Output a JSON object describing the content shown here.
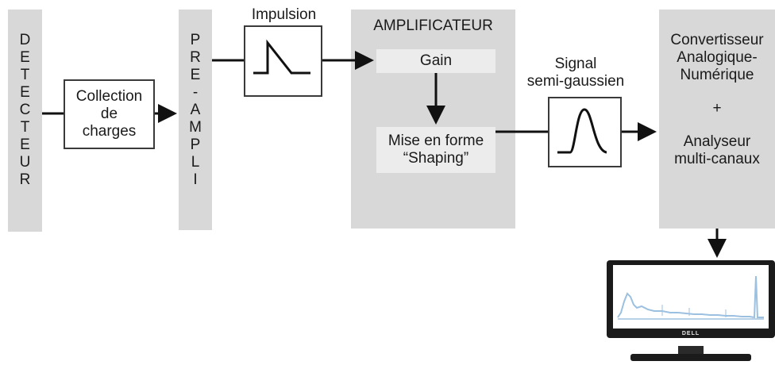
{
  "detector": {
    "letters": [
      "D",
      "E",
      "T",
      "E",
      "C",
      "T",
      "E",
      "U",
      "R"
    ]
  },
  "collection": {
    "line1": "Collection",
    "line2": "de",
    "line3": "charges"
  },
  "preampli": {
    "letters": [
      "P",
      "R",
      "E",
      "-",
      "A",
      "M",
      "P",
      "L",
      "I"
    ]
  },
  "impulsion": {
    "label": "Impulsion"
  },
  "amplificateur": {
    "title": "AMPLIFICATEUR",
    "gain": "Gain",
    "shaping_line1": "Mise en forme",
    "shaping_line2": "“Shaping”"
  },
  "signal": {
    "line1": "Signal",
    "line2": "semi-gaussien"
  },
  "converter": {
    "line1": "Convertisseur",
    "line2": "Analogique-",
    "line3": "Numérique",
    "plus": "+",
    "line4": "Analyseur",
    "line5": "multi-canaux"
  },
  "monitor": {
    "brand": "DELL"
  },
  "colors": {
    "block_gray": "#d8d8d8",
    "inner_gray": "#ececec",
    "line": "#111111",
    "spectrum": "#9cc0e0"
  }
}
